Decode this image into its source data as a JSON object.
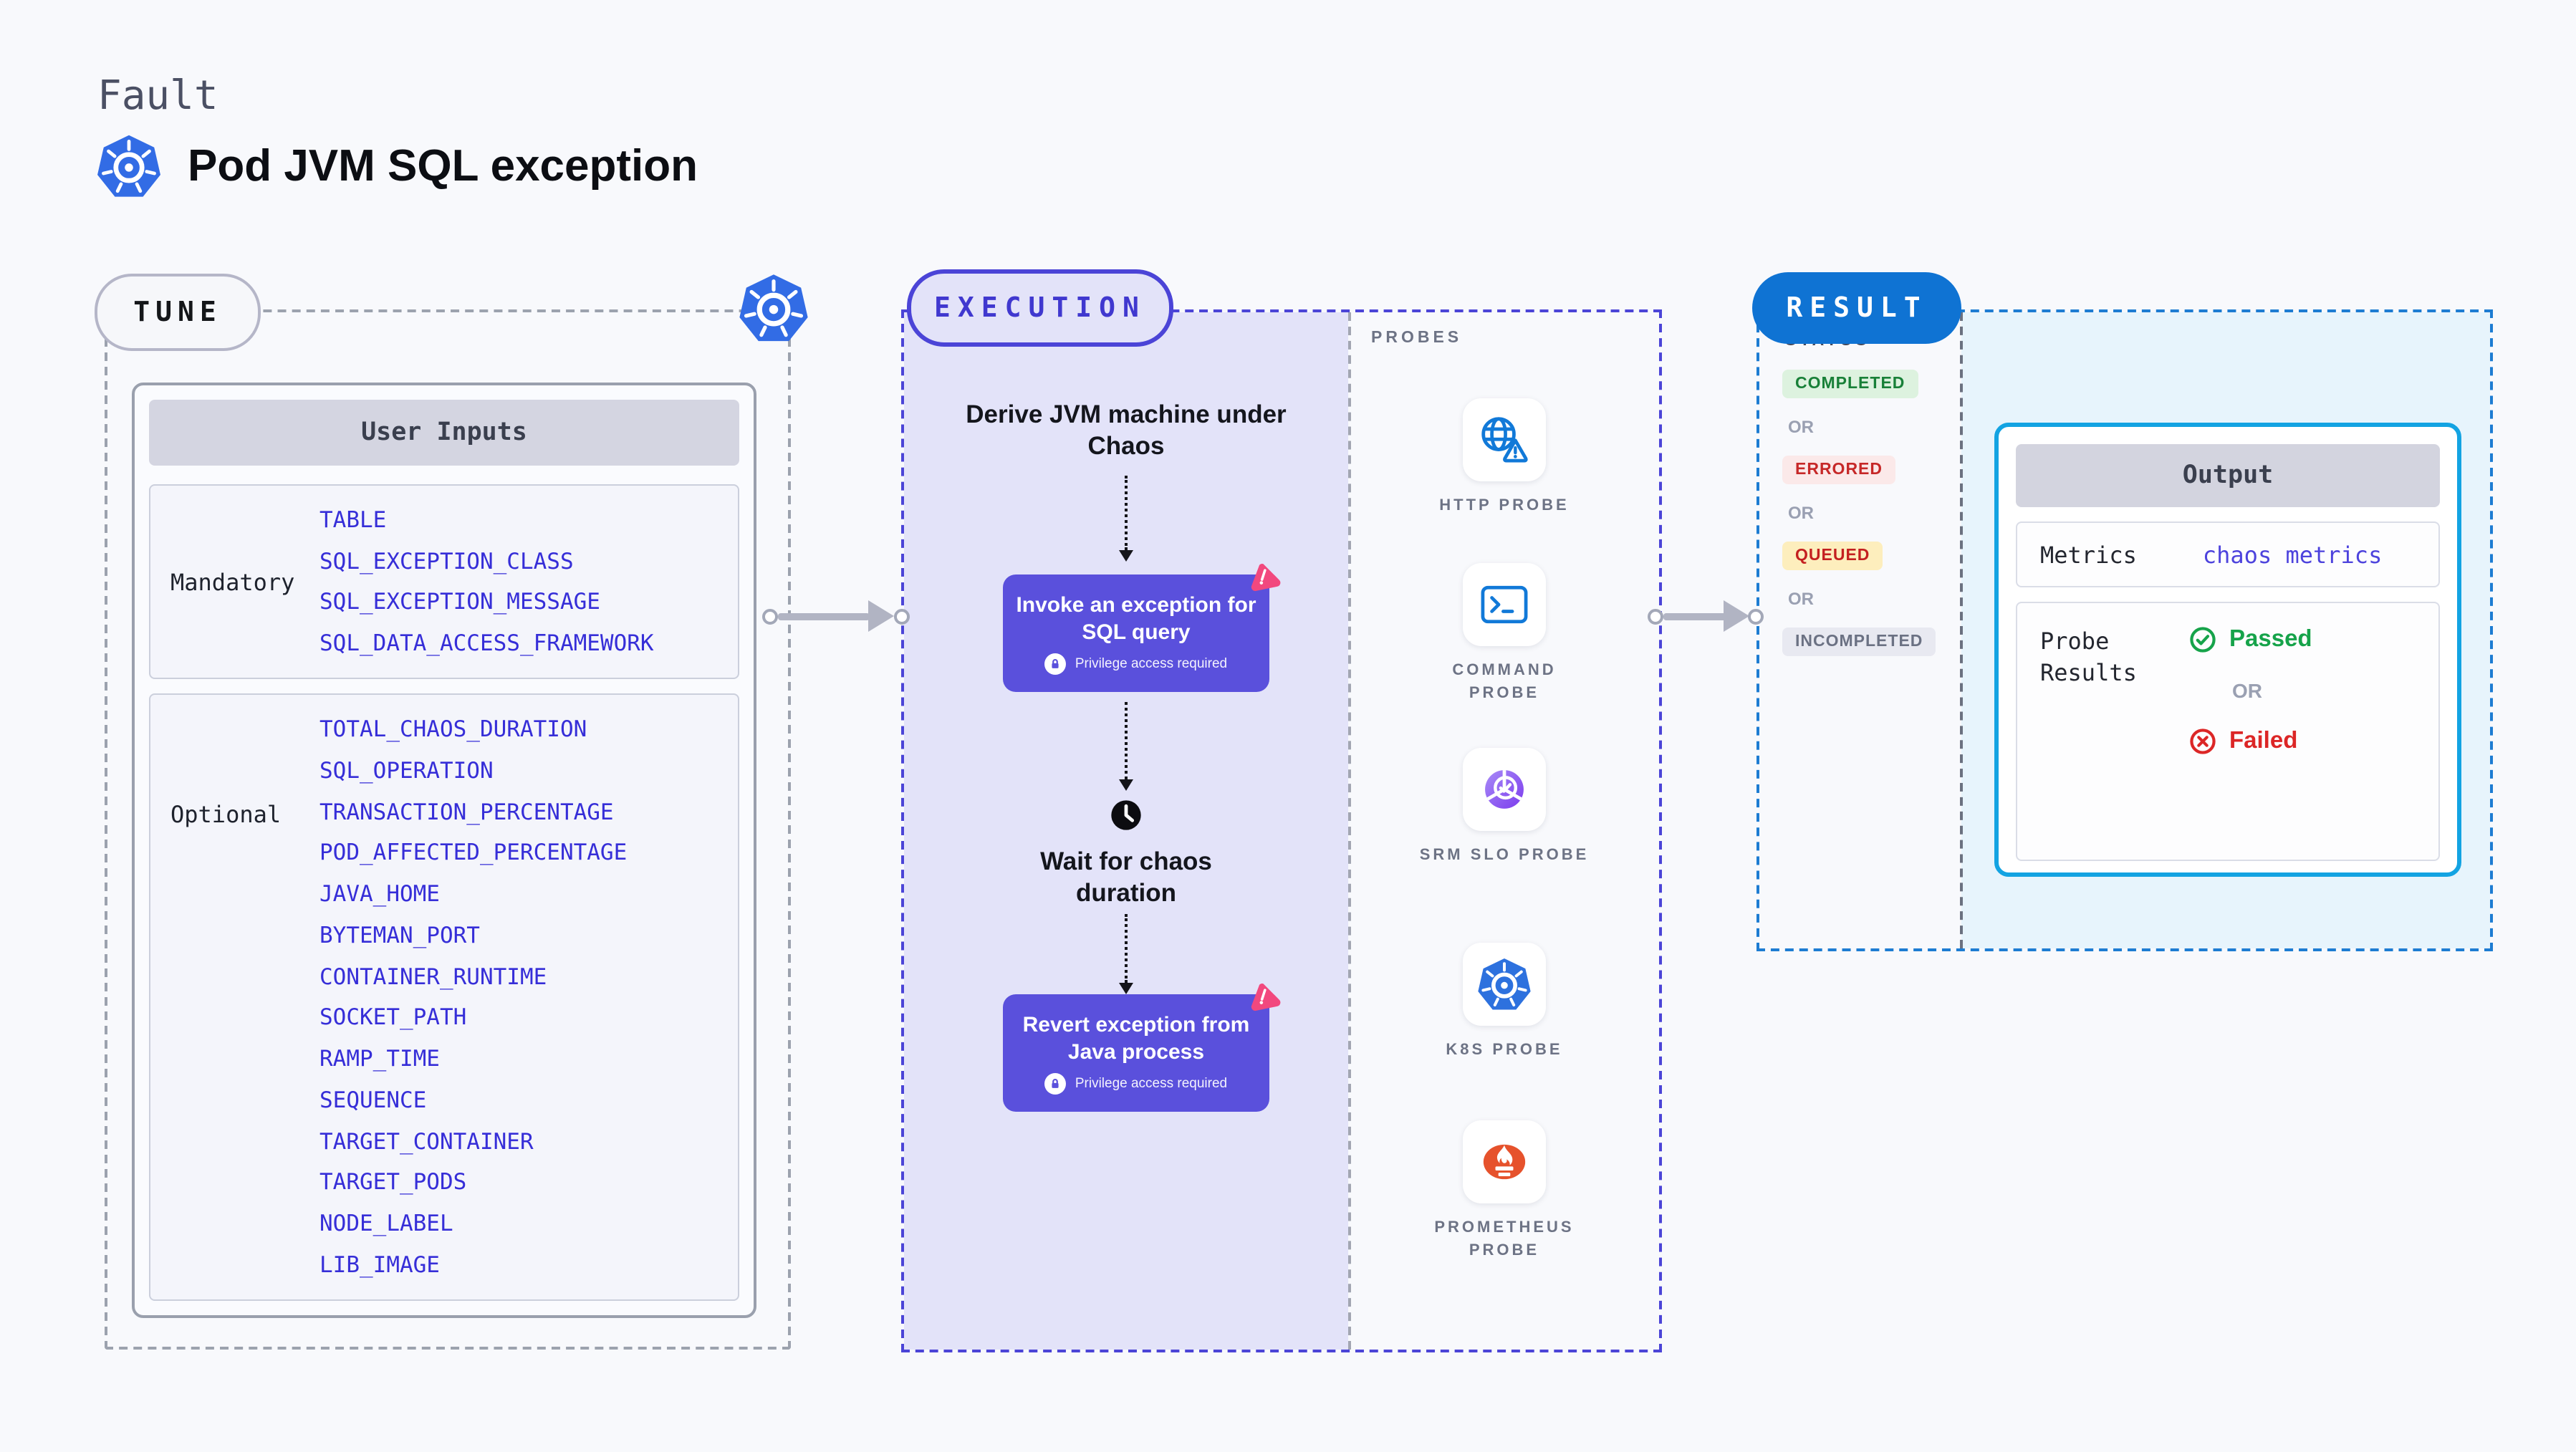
{
  "header": {
    "eyebrow": "Fault",
    "title": "Pod JVM SQL exception"
  },
  "tune": {
    "pill": "TUNE",
    "user_inputs": {
      "header": "User Inputs",
      "mandatory_label": "Mandatory",
      "mandatory_fields": [
        "TABLE",
        "SQL_EXCEPTION_CLASS",
        "SQL_EXCEPTION_MESSAGE",
        "SQL_DATA_ACCESS_FRAMEWORK"
      ],
      "optional_label": "Optional",
      "optional_fields": [
        "TOTAL_CHAOS_DURATION",
        "SQL_OPERATION",
        "TRANSACTION_PERCENTAGE",
        "POD_AFFECTED_PERCENTAGE",
        "JAVA_HOME",
        "BYTEMAN_PORT",
        "CONTAINER_RUNTIME",
        "SOCKET_PATH",
        "RAMP_TIME",
        "SEQUENCE",
        "TARGET_CONTAINER",
        "TARGET_PODS",
        "NODE_LABEL",
        "LIB_IMAGE"
      ]
    }
  },
  "execution": {
    "pill": "EXECUTION",
    "step1": "Derive JVM machine under Chaos",
    "action1": "Invoke an exception for SQL query",
    "action1_note": "Privilege access required",
    "wait_label": "Wait for chaos duration",
    "action2": "Revert exception from Java process",
    "action2_note": "Privilege access required",
    "probes": {
      "heading": "PROBES",
      "labels": [
        "HTTP PROBE",
        "COMMAND PROBE",
        "SRM SLO PROBE",
        "K8S PROBE",
        "PROMETHEUS PROBE"
      ]
    }
  },
  "result": {
    "pill": "RESULT",
    "status_heading": "STATUS",
    "or": "OR",
    "badges": {
      "completed": "COMPLETED",
      "errored": "ERRORED",
      "queued": "QUEUED",
      "incompleted": "INCOMPLETED"
    },
    "output": {
      "header": "Output",
      "metrics_label": "Metrics",
      "metrics_value": "chaos metrics",
      "probe_results_label": "Probe Results",
      "passed": "Passed",
      "or": "OR",
      "failed": "Failed"
    }
  },
  "colors": {
    "page_bg": "#f8f9fc",
    "kubernetes_blue": "#326ce5",
    "execution_indigo": "#4b44d7",
    "execution_bg": "#e3e3f9",
    "action_purple": "#5a50dc",
    "litmus_pink": "#f2487e",
    "result_blue": "#0f73d3",
    "output_border_cyan": "#13a3e2",
    "field_blue": "#362ed8",
    "success_green": "#188038",
    "error_red": "#c62828",
    "probe_icon_blue": "#1179d8",
    "prometheus_orange": "#e6522c",
    "srm_purple": "#7c3bed"
  }
}
